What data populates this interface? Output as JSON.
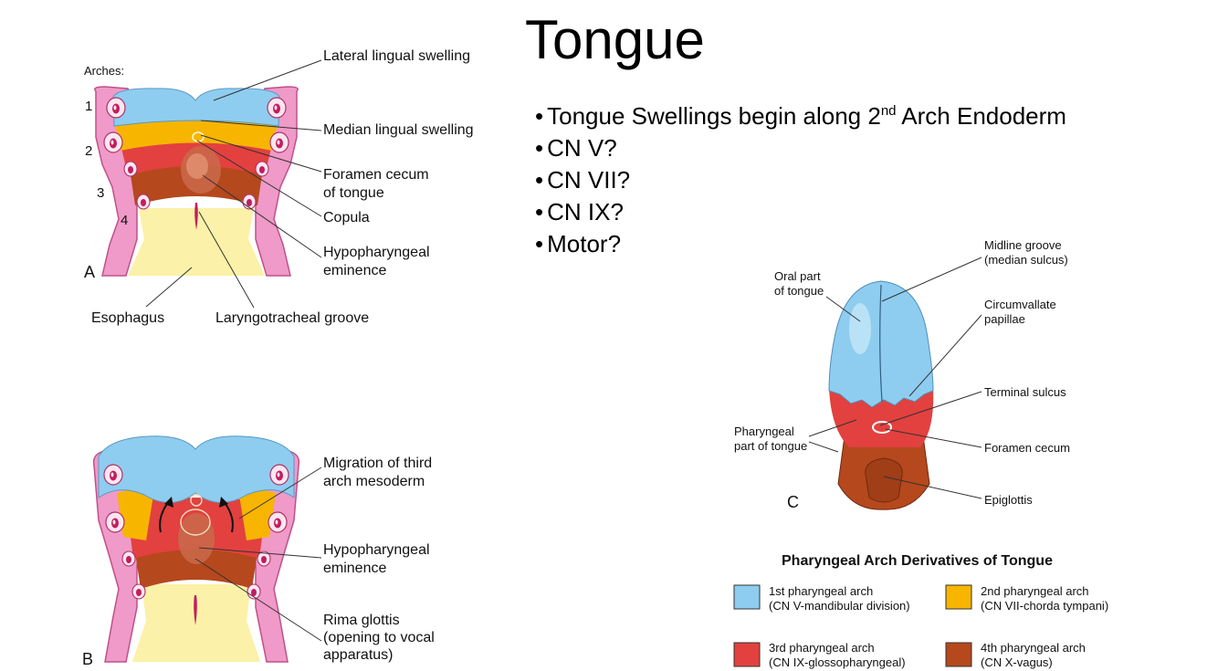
{
  "slide": {
    "title": "Tongue",
    "bullets": {
      "b1_pre": "Tongue Swellings begin along 2",
      "b1_sup": "nd",
      "b1_post": " Arch Endoderm",
      "b2": "CN V?",
      "b3": "CN VII?",
      "b4": "CN IX?",
      "b5": "Motor?"
    }
  },
  "panel_a": {
    "letter": "A",
    "arches_label": "Arches:",
    "arch_numbers": [
      "1",
      "2",
      "3",
      "4"
    ],
    "labels": {
      "lateral_lingual": "Lateral lingual swelling",
      "median_lingual": "Median lingual swelling",
      "foramen_line1": "Foramen cecum",
      "foramen_line2": "of tongue",
      "copula": "Copula",
      "hypo_line1": "Hypopharyngeal",
      "hypo_line2": "eminence",
      "esophagus": "Esophagus",
      "laryngotracheal": "Laryngotracheal groove"
    }
  },
  "panel_b": {
    "letter": "B",
    "labels": {
      "migration_line1": "Migration of third",
      "migration_line2": "arch mesoderm",
      "hypo_line1": "Hypopharyngeal",
      "hypo_line2": "eminence",
      "rima_line1": "Rima glottis",
      "rima_line2": "(opening to vocal",
      "rima_line3": "apparatus)"
    }
  },
  "panel_c": {
    "letter": "C",
    "labels": {
      "oral_line1": "Oral part",
      "oral_line2": "of tongue",
      "midline_line1": "Midline groove",
      "midline_line2": "(median sulcus)",
      "circum_line1": "Circumvallate",
      "circum_line2": "papillae",
      "terminal": "Terminal sulcus",
      "pharyngeal_line1": "Pharyngeal",
      "pharyngeal_line2": "part of tongue",
      "foramen": "Foramen cecum",
      "epiglottis": "Epiglottis"
    }
  },
  "legend": {
    "title": "Pharyngeal Arch Derivatives of Tongue",
    "items": [
      {
        "name": "1st pharyngeal arch",
        "nerve": "(CN V-mandibular division)",
        "color": "#8ecdf0"
      },
      {
        "name": "2nd pharyngeal arch",
        "nerve": "(CN VII-chorda tympani)",
        "color": "#f7b500"
      },
      {
        "name": "3rd pharyngeal arch",
        "nerve": "(CN IX-glossopharyngeal)",
        "color": "#e2413f"
      },
      {
        "name": "4th pharyngeal arch",
        "nerve": "(CN X-vagus)",
        "color": "#b5481c"
      }
    ]
  },
  "colors": {
    "arch1": "#8ecdf0",
    "arch2": "#f7b500",
    "arch3": "#e2413f",
    "arch4": "#b5481c",
    "pink": "#ef9ac8",
    "yellow": "#fbf1a8"
  }
}
